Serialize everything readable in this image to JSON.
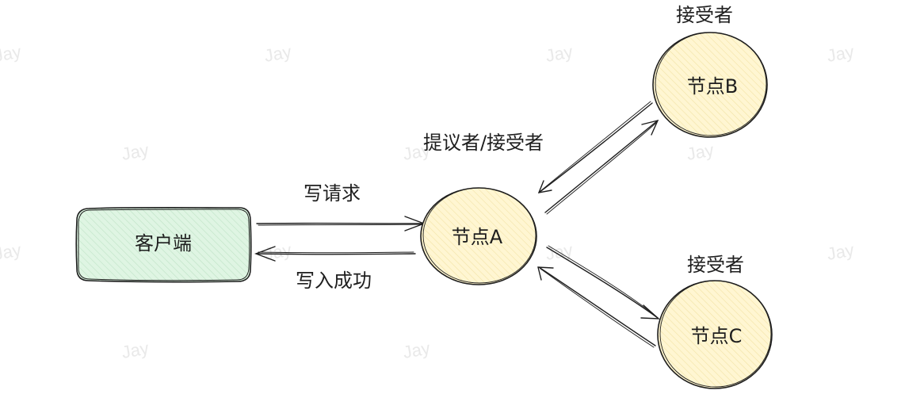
{
  "watermark_text": "Jay",
  "colors": {
    "node_fill": "#fff3c4",
    "client_fill": "#d3f0d8",
    "stroke": "#1e1e1e",
    "watermark": "#e9e9e9"
  },
  "client": {
    "label": "客户端"
  },
  "nodes": {
    "a": {
      "label": "节点A",
      "role": "提议者/接受者"
    },
    "b": {
      "label": "节点B",
      "role": "接受者"
    },
    "c": {
      "label": "节点C",
      "role": "接受者"
    }
  },
  "edges": {
    "write_request": "写请求",
    "write_success": "写入成功"
  }
}
